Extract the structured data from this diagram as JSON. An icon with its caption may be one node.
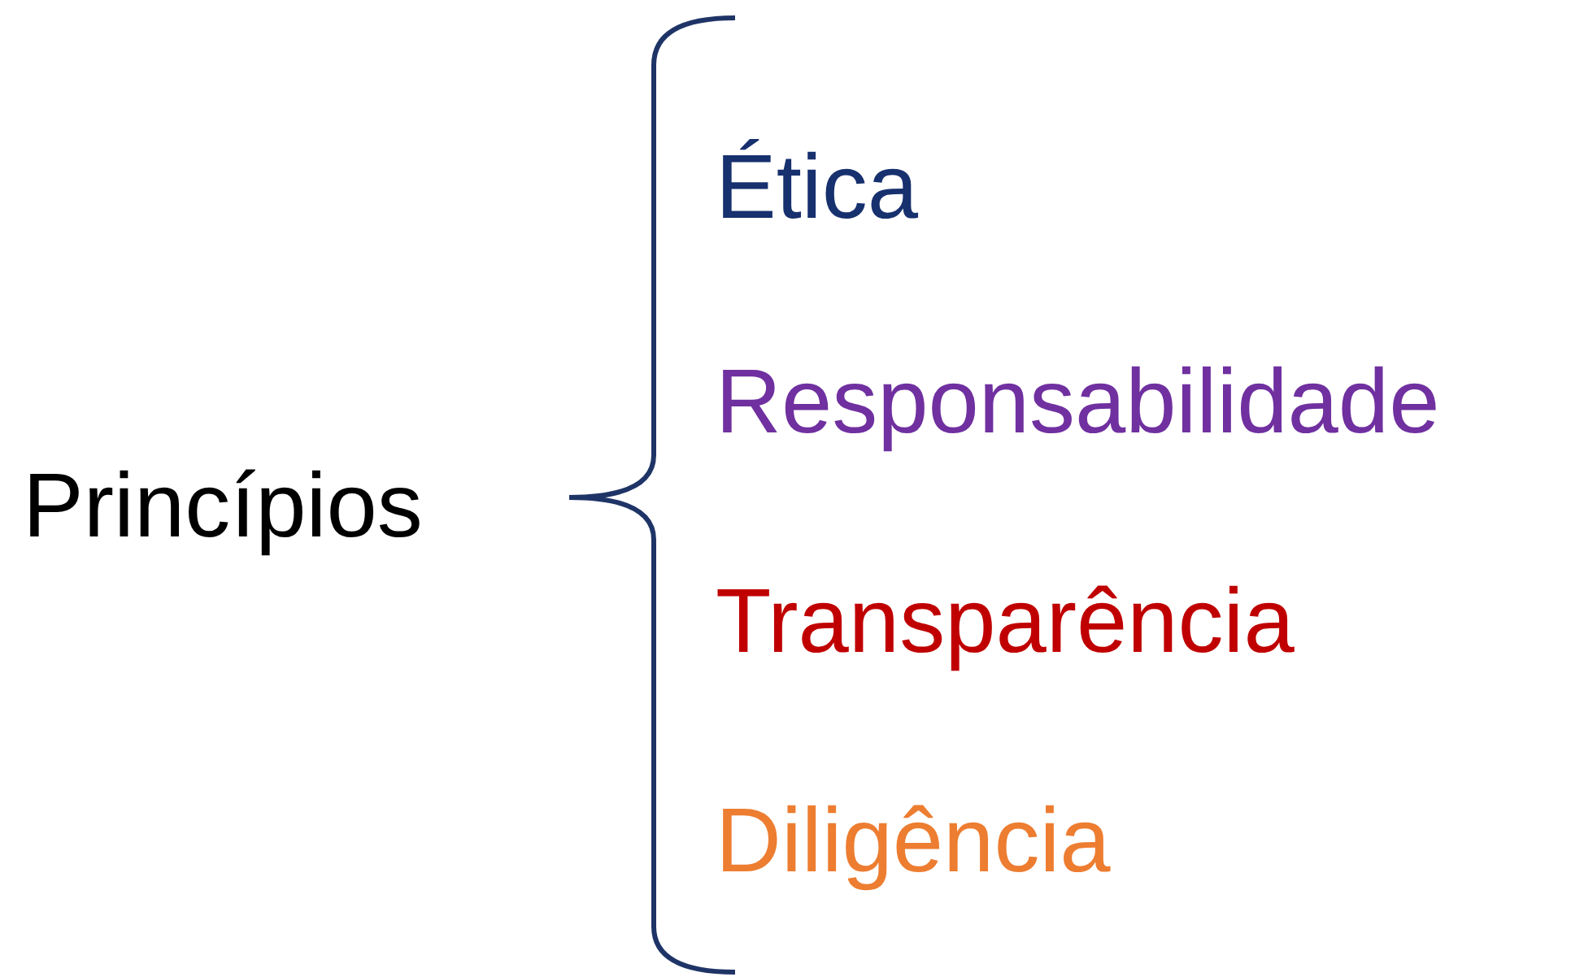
{
  "diagram": {
    "labels": [
      "Princípios",
      "Ética",
      "Responsabilidade",
      "Transparência",
      "Diligência"
    ]
  }
}
